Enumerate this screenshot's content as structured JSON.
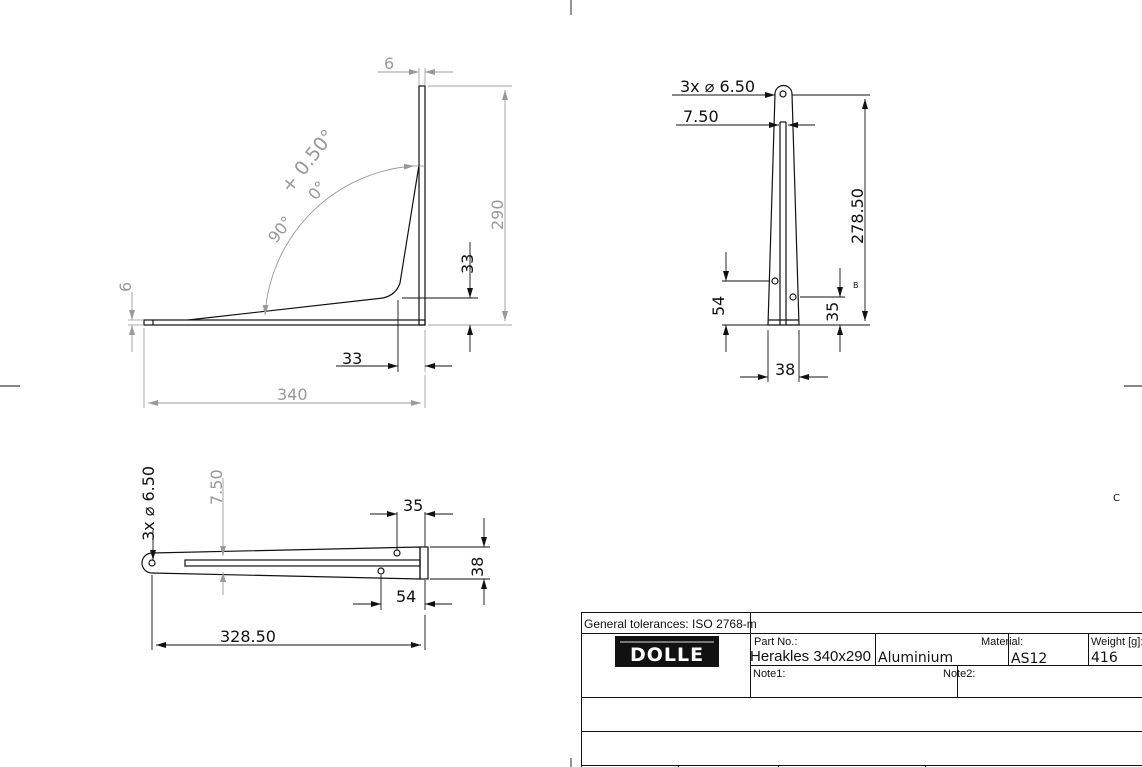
{
  "side_view": {
    "dims": {
      "top_thickness": "6",
      "height": "290",
      "gusset_height": "33",
      "gusset_depth": "33",
      "length": "340",
      "left_thickness": "6"
    },
    "angle": {
      "nominal": "90°",
      "upper_tol": "+ 0.50°",
      "lower_tol": "0°"
    }
  },
  "front_view": {
    "dims": {
      "holes": "3x ⌀ 6.50",
      "width_top": "7.50",
      "height": "278.50",
      "hole1_height": "54",
      "hole2_height": "35",
      "base_width": "38"
    },
    "section_mark": "B"
  },
  "bottom_view": {
    "dims": {
      "holes": "3x ⌀ 6.50",
      "width_tip": "7.50",
      "hole2_offset": "35",
      "width": "38",
      "hole1_offset": "54",
      "length": "328.50"
    }
  },
  "sheet_mark": "C",
  "title_block": {
    "tolerances": "General tolerances: ISO 2768-m",
    "logo_text": "DOLLE",
    "part_no_label": "Part No.:",
    "part_no": "Herakles 340x290",
    "material_name": "Aluminium",
    "material_label": "Material:",
    "material": "AS12",
    "weight_label": "Weight [g]:",
    "weight": "416",
    "note1_label": "Note1:",
    "note2_label": "Note2:"
  }
}
